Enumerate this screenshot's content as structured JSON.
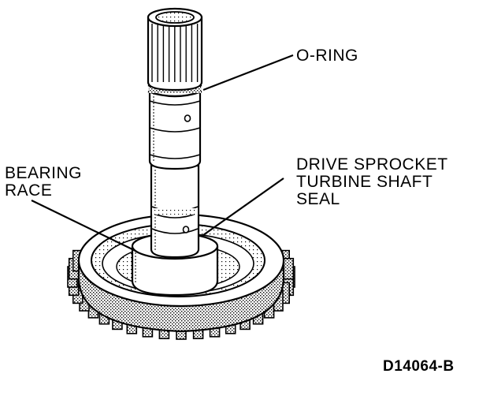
{
  "labels": {
    "o_ring": "O-RING",
    "bearing_race": [
      "BEARING",
      "RACE"
    ],
    "drive_sprocket": [
      "DRIVE SPROCKET",
      "TURBINE SHAFT",
      "SEAL"
    ],
    "figure_code": "D14064-B"
  },
  "colors": {
    "ink": "#000000",
    "paper": "#ffffff",
    "shade": "#bdbdbd"
  }
}
